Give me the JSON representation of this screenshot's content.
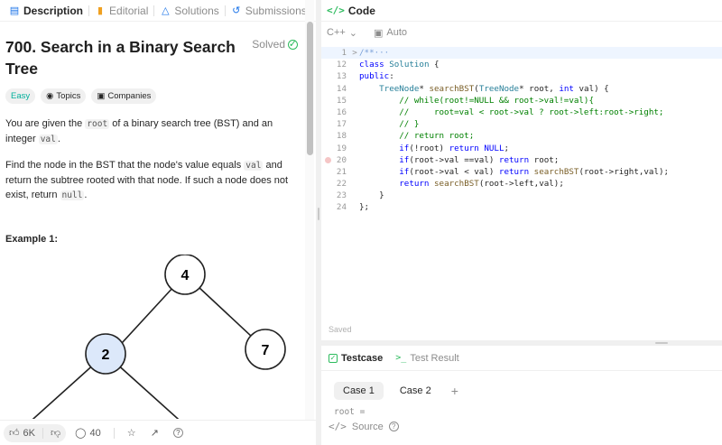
{
  "left_tabs": [
    {
      "label": "Description",
      "icon": "document-icon"
    },
    {
      "label": "Editorial",
      "icon": "book-icon"
    },
    {
      "label": "Solutions",
      "icon": "flask-icon"
    },
    {
      "label": "Submissions",
      "icon": "history-icon"
    }
  ],
  "problem": {
    "title": "700. Search in a Binary Search Tree",
    "status": "Solved",
    "difficulty": "Easy",
    "topics_label": "Topics",
    "companies_label": "Companies",
    "desc1_a": "You are given the ",
    "desc1_code": "root",
    "desc1_b": " of a binary search tree (BST) and an integer ",
    "desc1_code2": "val",
    "desc1_c": ".",
    "desc2_a": "Find the node in the BST that the node's value equals ",
    "desc2_code": "val",
    "desc2_b": " and return the subtree rooted with that node. If such a node does not exist, return ",
    "desc2_code2": "null",
    "desc2_c": ".",
    "example_title": "Example 1:"
  },
  "tree_nodes": [
    {
      "label": "4",
      "highlight": false
    },
    {
      "label": "2",
      "highlight": true
    },
    {
      "label": "7",
      "highlight": false
    }
  ],
  "bottom_bar": {
    "likes": "6K",
    "comments": "40"
  },
  "code_panel": {
    "title": "Code",
    "language": "C++",
    "mode": "Auto",
    "saved": "Saved",
    "lines": [
      {
        "n": "1",
        "fold": ">",
        "html": "<span class='mcm'>/**···</span>"
      },
      {
        "n": "12",
        "fold": "",
        "html": "<span class='kw'>class</span> <span class='tp'>Solution</span> {"
      },
      {
        "n": "13",
        "fold": "",
        "html": "<span class='kw'>public</span>:"
      },
      {
        "n": "14",
        "fold": "",
        "html": "    <span class='tp'>TreeNode</span>* <span class='fn'>searchBST</span>(<span class='tp'>TreeNode</span>* root, <span class='kw'>int</span> val) {"
      },
      {
        "n": "15",
        "fold": "",
        "html": "        <span class='cm'>// while(root!=NULL &amp;&amp; root-&gt;val!=val){</span>"
      },
      {
        "n": "16",
        "fold": "",
        "html": "        <span class='cm'>//     root=val &lt; root-&gt;val ? root-&gt;left:root-&gt;right;</span>"
      },
      {
        "n": "17",
        "fold": "",
        "html": "        <span class='cm'>// }</span>"
      },
      {
        "n": "18",
        "fold": "",
        "html": "        <span class='cm'>// return root;</span>"
      },
      {
        "n": "19",
        "fold": "",
        "html": "        <span class='kw'>if</span>(!root) <span class='kw'>return</span> <span class='kw'>NULL</span>;"
      },
      {
        "n": "20",
        "fold": "",
        "html": "        <span class='kw'>if</span>(root-&gt;val ==val) <span class='kw'>return</span> root;",
        "breakpoint": true
      },
      {
        "n": "21",
        "fold": "",
        "html": "        <span class='kw'>if</span>(root-&gt;val &lt; val) <span class='kw'>return</span> <span class='fn'>searchBST</span>(root-&gt;right,val);"
      },
      {
        "n": "22",
        "fold": "",
        "html": "        <span class='kw'>return</span> <span class='fn'>searchBST</span>(root-&gt;left,val);"
      },
      {
        "n": "23",
        "fold": "",
        "html": "    }"
      },
      {
        "n": "24",
        "fold": "",
        "html": "};"
      }
    ]
  },
  "test_panel": {
    "tab_testcase": "Testcase",
    "tab_result": "Test Result",
    "case1": "Case 1",
    "case2": "Case 2",
    "add": "+",
    "var_label": "root =",
    "source": "Source"
  }
}
